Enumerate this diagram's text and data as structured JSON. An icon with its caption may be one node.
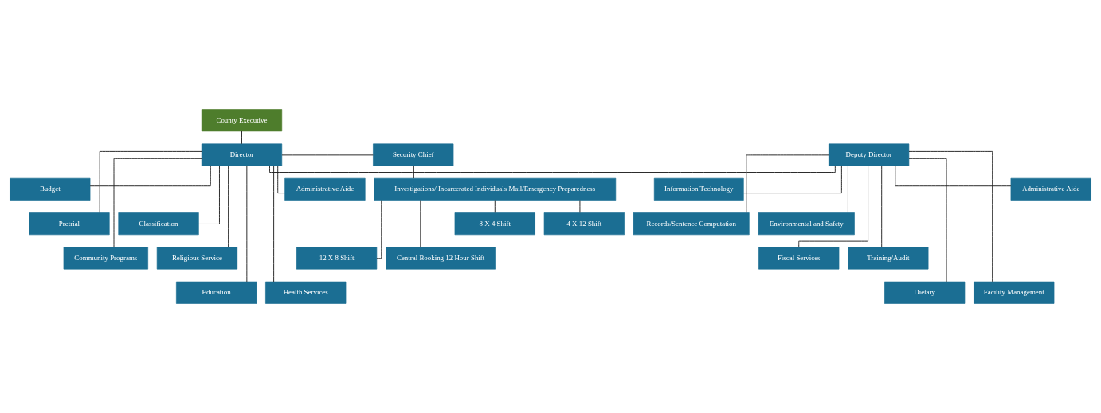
{
  "diagram": {
    "nodes": [
      {
        "text": [
          "County Executive"
        ]
      },
      {
        "text": [
          "Deputy Director"
        ]
      },
      {
        "text": [
          "Director"
        ]
      },
      {
        "text": [
          "Security Chief"
        ]
      },
      {
        "text": [
          "Administrative Aide"
        ]
      },
      {
        "text": [
          "Information Technology"
        ]
      },
      {
        "text": [
          "Records/Sentence Computation"
        ]
      },
      {
        "text": [
          "Environmental and Safety"
        ]
      },
      {
        "text": [
          "Fiscal Services"
        ]
      },
      {
        "text": [
          "Training/Audit"
        ]
      },
      {
        "text": [
          "Dietary"
        ]
      },
      {
        "text": [
          "Facility Management"
        ]
      },
      {
        "text": [
          "Administrative Aide"
        ]
      },
      {
        "text": [
          "Budget"
        ]
      },
      {
        "text": [
          "Pretrial"
        ]
      },
      {
        "text": [
          "Classification"
        ]
      },
      {
        "text": [
          "Community Programs"
        ]
      },
      {
        "text": [
          "Religious Service"
        ]
      },
      {
        "text": [
          "Education"
        ]
      },
      {
        "text": [
          "Health Services"
        ]
      },
      {
        "text": [
          "Investigations/ Incarcerated Individuals Mail/Emergency Preparedness"
        ]
      },
      {
        "text": [
          "8 X 4 Shift"
        ]
      },
      {
        "text": [
          "4 X 12 Shift"
        ]
      },
      {
        "text": [
          "12 X 8 Shift"
        ]
      },
      {
        "text": [
          "Central Booking 12 Hour Shift"
        ]
      }
    ],
    "edges": [
      {
        "from": 0,
        "to": 2,
        "arrow": "none"
      },
      {
        "from": 2,
        "to": 1,
        "arrow": "none"
      },
      {
        "from": 2,
        "to": 3,
        "arrow": "none"
      },
      {
        "from": 1,
        "to": 4,
        "arrow": "none"
      },
      {
        "from": 1,
        "to": 5,
        "arrow": "none"
      },
      {
        "from": 1,
        "to": 6,
        "arrow": "none"
      },
      {
        "from": 1,
        "to": 7,
        "arrow": "none"
      },
      {
        "from": 1,
        "to": 8,
        "arrow": "none"
      },
      {
        "from": 1,
        "to": 9,
        "arrow": "none"
      },
      {
        "from": 1,
        "to": 10,
        "arrow": "none"
      },
      {
        "from": 1,
        "to": 11,
        "arrow": "none"
      },
      {
        "from": 2,
        "to": 12,
        "arrow": "none"
      },
      {
        "from": 2,
        "to": 13,
        "arrow": "none"
      },
      {
        "from": 2,
        "to": 14,
        "arrow": "none"
      },
      {
        "from": 2,
        "to": 15,
        "arrow": "none"
      },
      {
        "from": 2,
        "to": 16,
        "arrow": "none"
      },
      {
        "from": 2,
        "to": 17,
        "arrow": "none"
      },
      {
        "from": 2,
        "to": 18,
        "arrow": "none"
      },
      {
        "from": 2,
        "to": 19,
        "arrow": "none"
      },
      {
        "from": 3,
        "to": 20,
        "arrow": "none"
      },
      {
        "from": 20,
        "to": 21,
        "arrow": "none"
      },
      {
        "from": 20,
        "to": 22,
        "arrow": "none"
      },
      {
        "from": 20,
        "to": 23,
        "arrow": "none"
      },
      {
        "from": 20,
        "to": 24,
        "arrow": "none"
      }
    ]
  }
}
